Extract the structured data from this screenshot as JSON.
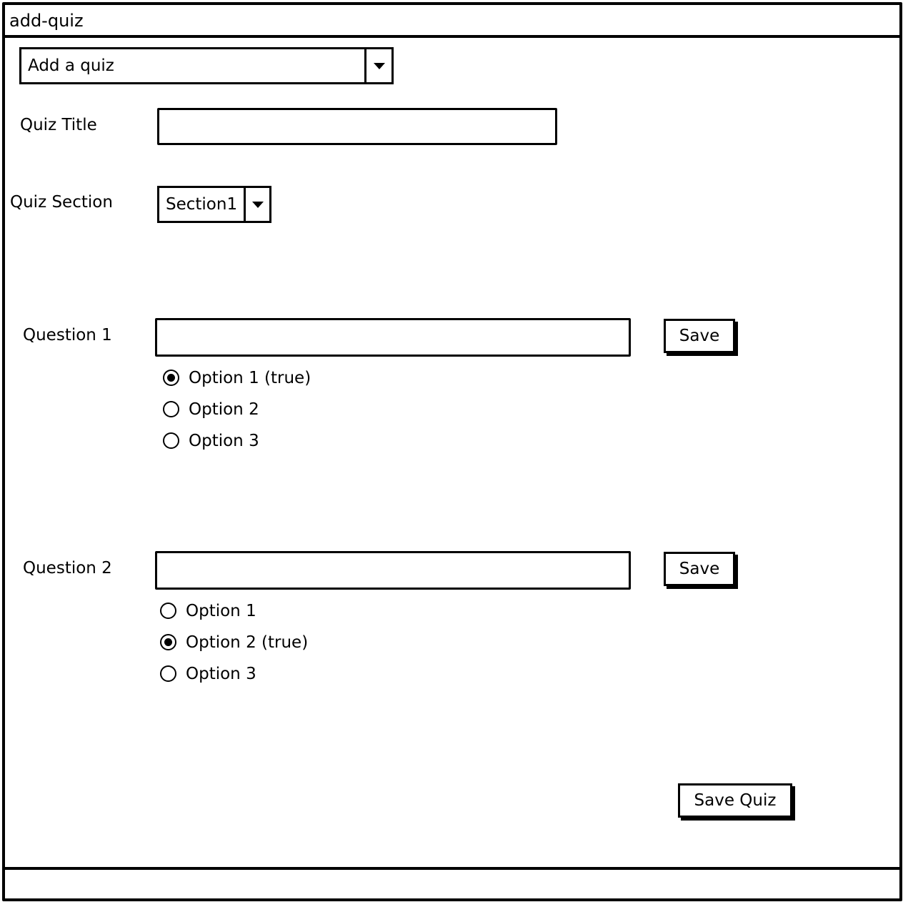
{
  "window": {
    "title": "add-quiz"
  },
  "header": {
    "dropdown_value": "Add a quiz"
  },
  "form": {
    "title_label": "Quiz Title",
    "title_value": "",
    "section_label": "Quiz Section",
    "section_value": "Section1"
  },
  "questions": [
    {
      "label": "Question 1",
      "value": "",
      "save_label": "Save",
      "options": [
        {
          "label": "Option 1 (true)",
          "selected": true
        },
        {
          "label": "Option 2",
          "selected": false
        },
        {
          "label": "Option 3",
          "selected": false
        }
      ]
    },
    {
      "label": "Question 2",
      "value": "",
      "save_label": "Save",
      "options": [
        {
          "label": "Option 1",
          "selected": false
        },
        {
          "label": "Option 2 (true)",
          "selected": true
        },
        {
          "label": "Option 3",
          "selected": false
        }
      ]
    }
  ],
  "footer": {
    "save_quiz_label": "Save Quiz"
  },
  "icons": {
    "dropdown": "chevron-down-icon",
    "radio_selected": "radio-selected-icon",
    "radio_unselected": "radio-unselected-icon"
  },
  "colors": {
    "ink": "#000000",
    "paper": "#ffffff"
  }
}
